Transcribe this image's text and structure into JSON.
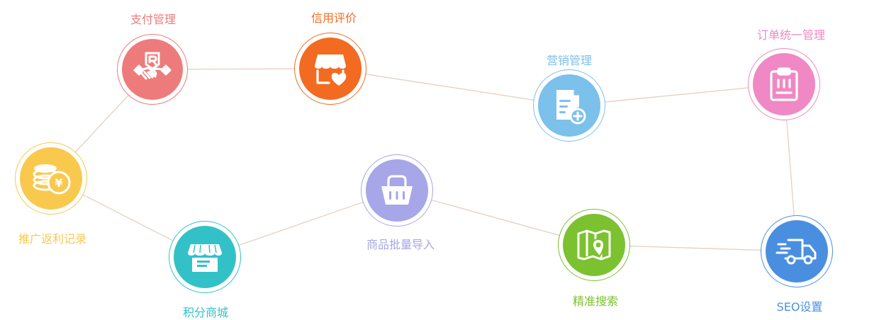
{
  "nodes": [
    {
      "id": "zhifu",
      "label": "支付管理",
      "color": "#ee7b7b",
      "icon": "handshake-icon"
    },
    {
      "id": "xinyong",
      "label": "信用评价",
      "color": "#f26b21",
      "icon": "store-heart-icon"
    },
    {
      "id": "yingxiao",
      "label": "营销管理",
      "color": "#7cc0ec",
      "icon": "document-plus-icon"
    },
    {
      "id": "dingdan",
      "label": "订单统一管理",
      "color": "#ef88c4",
      "icon": "clipboard-icon"
    },
    {
      "id": "tuiguang",
      "label": "推广返利记录",
      "color": "#f9c94e",
      "icon": "coins-icon"
    },
    {
      "id": "jifen",
      "label": "积分商城",
      "color": "#33c1c8",
      "icon": "shop-icon"
    },
    {
      "id": "shangpin",
      "label": "商品批量导入",
      "color": "#a6a6e8",
      "icon": "basket-icon"
    },
    {
      "id": "jingzhun",
      "label": "精准搜索",
      "color": "#7cc12f",
      "icon": "map-pin-icon"
    },
    {
      "id": "seo",
      "label": "SEO设置",
      "color": "#4a8fdf",
      "icon": "truck-icon"
    }
  ],
  "edge_color": "#e6d3c3"
}
